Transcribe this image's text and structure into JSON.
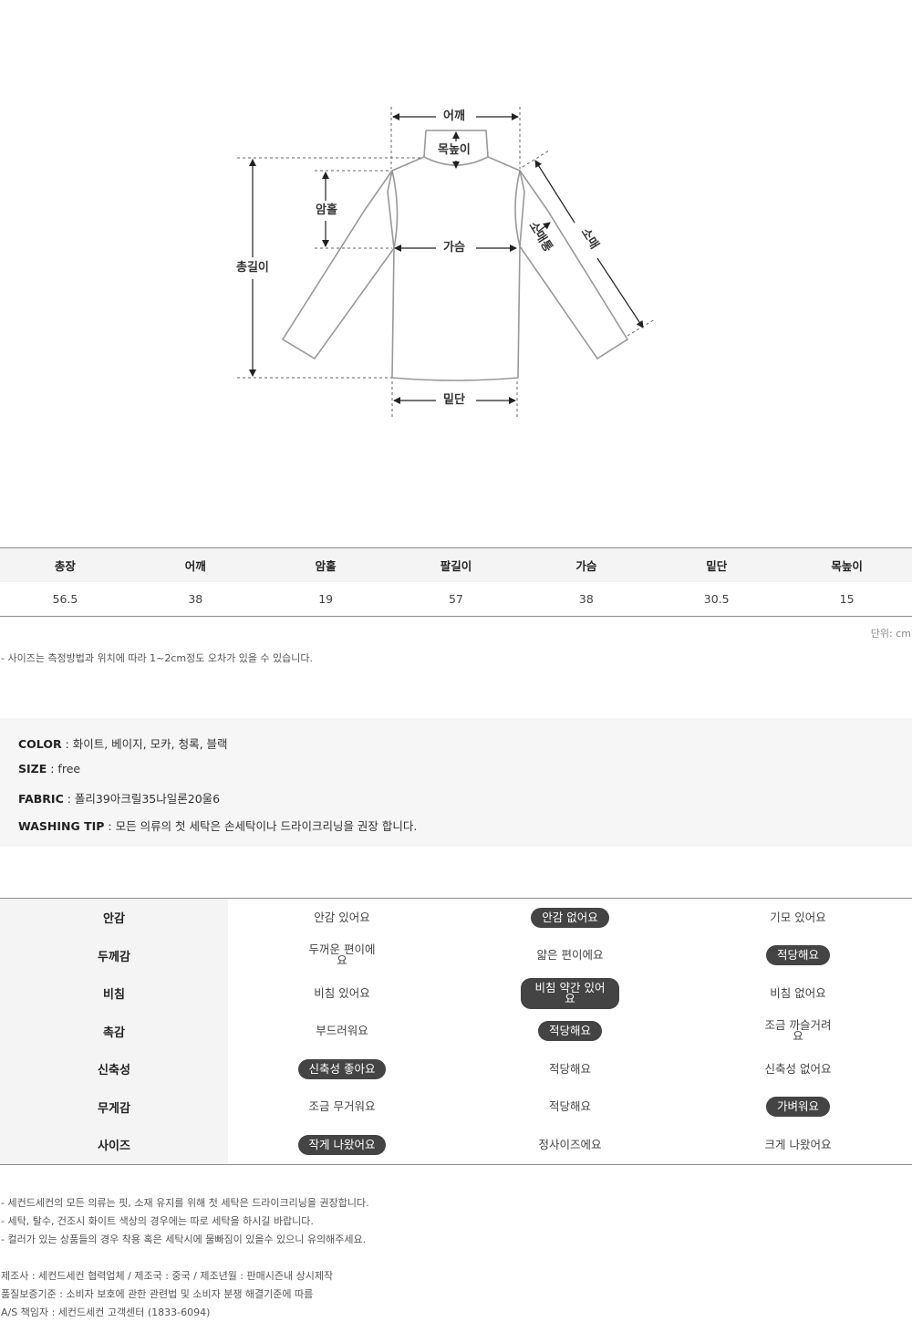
{
  "diagram": {
    "labels": {
      "shoulder": "어깨",
      "neck_height": "목높이",
      "armhole": "암홀",
      "total_length": "총길이",
      "chest": "가슴",
      "sleeve_cuff": "소매통",
      "sleeve": "소매",
      "hem": "밑단"
    }
  },
  "size_table": {
    "headers": [
      "총장",
      "어깨",
      "암홀",
      "팔길이",
      "가슴",
      "밑단",
      "목높이"
    ],
    "values": [
      "56.5",
      "38",
      "19",
      "57",
      "38",
      "30.5",
      "15"
    ],
    "unit": "단위: cm",
    "note": "- 사이즈는 측정방법과 위치에 따라 1~2cm정도 오차가 있을 수 있습니다."
  },
  "info": {
    "color_key": "COLOR",
    "color_val": " : 화이트, 베이지, 모카, 청록, 블랙",
    "size_key": "SIZE",
    "size_val": " : free",
    "fabric_key": "FABRIC",
    "fabric_val": " : 폴리39아크릴35나일론20울6",
    "wash_key": "WASHING TIP",
    "wash_val": " : 모든 의류의 첫 세탁은 손세탁이나 드라이크리닝을 권장 합니다."
  },
  "properties": [
    {
      "label": "안감",
      "options": [
        "안감 있어요",
        "안감 없어요",
        "기모 있어요"
      ],
      "selected": 1
    },
    {
      "label": "두께감",
      "options": [
        "두꺼운 편이에요",
        "얇은 편이에요",
        "적당해요"
      ],
      "selected": 2
    },
    {
      "label": "비침",
      "options": [
        "비침 있어요",
        "비침 약간 있어요",
        "비침 없어요"
      ],
      "selected": 1
    },
    {
      "label": "촉감",
      "options": [
        "부드러워요",
        "적당해요",
        "조금 까슬거려요"
      ],
      "selected": 1
    },
    {
      "label": "신축성",
      "options": [
        "신축성 좋아요",
        "적당해요",
        "신축성 없어요"
      ],
      "selected": 0
    },
    {
      "label": "무게감",
      "options": [
        "조금 무거워요",
        "적당해요",
        "가벼워요"
      ],
      "selected": 2
    },
    {
      "label": "사이즈",
      "options": [
        "작게 나왔어요",
        "정사이즈에요",
        "크게 나왔어요"
      ],
      "selected": 0
    }
  ],
  "footer": {
    "care": [
      "- 세컨드세컨의 모든 의류는 핏, 소재 유지를 위해 첫 세탁은 드라이크리닝을 권장합니다.",
      "- 세탁, 탈수, 건조시 화이트 색상의 경우에는 따로 세탁을 하시길 바랍니다.",
      "- 컬러가 있는 상품들의 경우 착용 혹은 세탁시에 물빠짐이 있을수 있으니 유의해주세요."
    ],
    "company": [
      "제조사 : 세컨드세컨 협력업체 / 제조국 : 중국 / 제조년월 : 판매시즌내 상시제작",
      "품질보증기준 : 소비자 보호에 관한 관련법 및 소비자 분쟁 해결기준에 따름",
      "A/S 책임자 : 세컨드세컨 고객센터 (1833-6094)"
    ]
  }
}
